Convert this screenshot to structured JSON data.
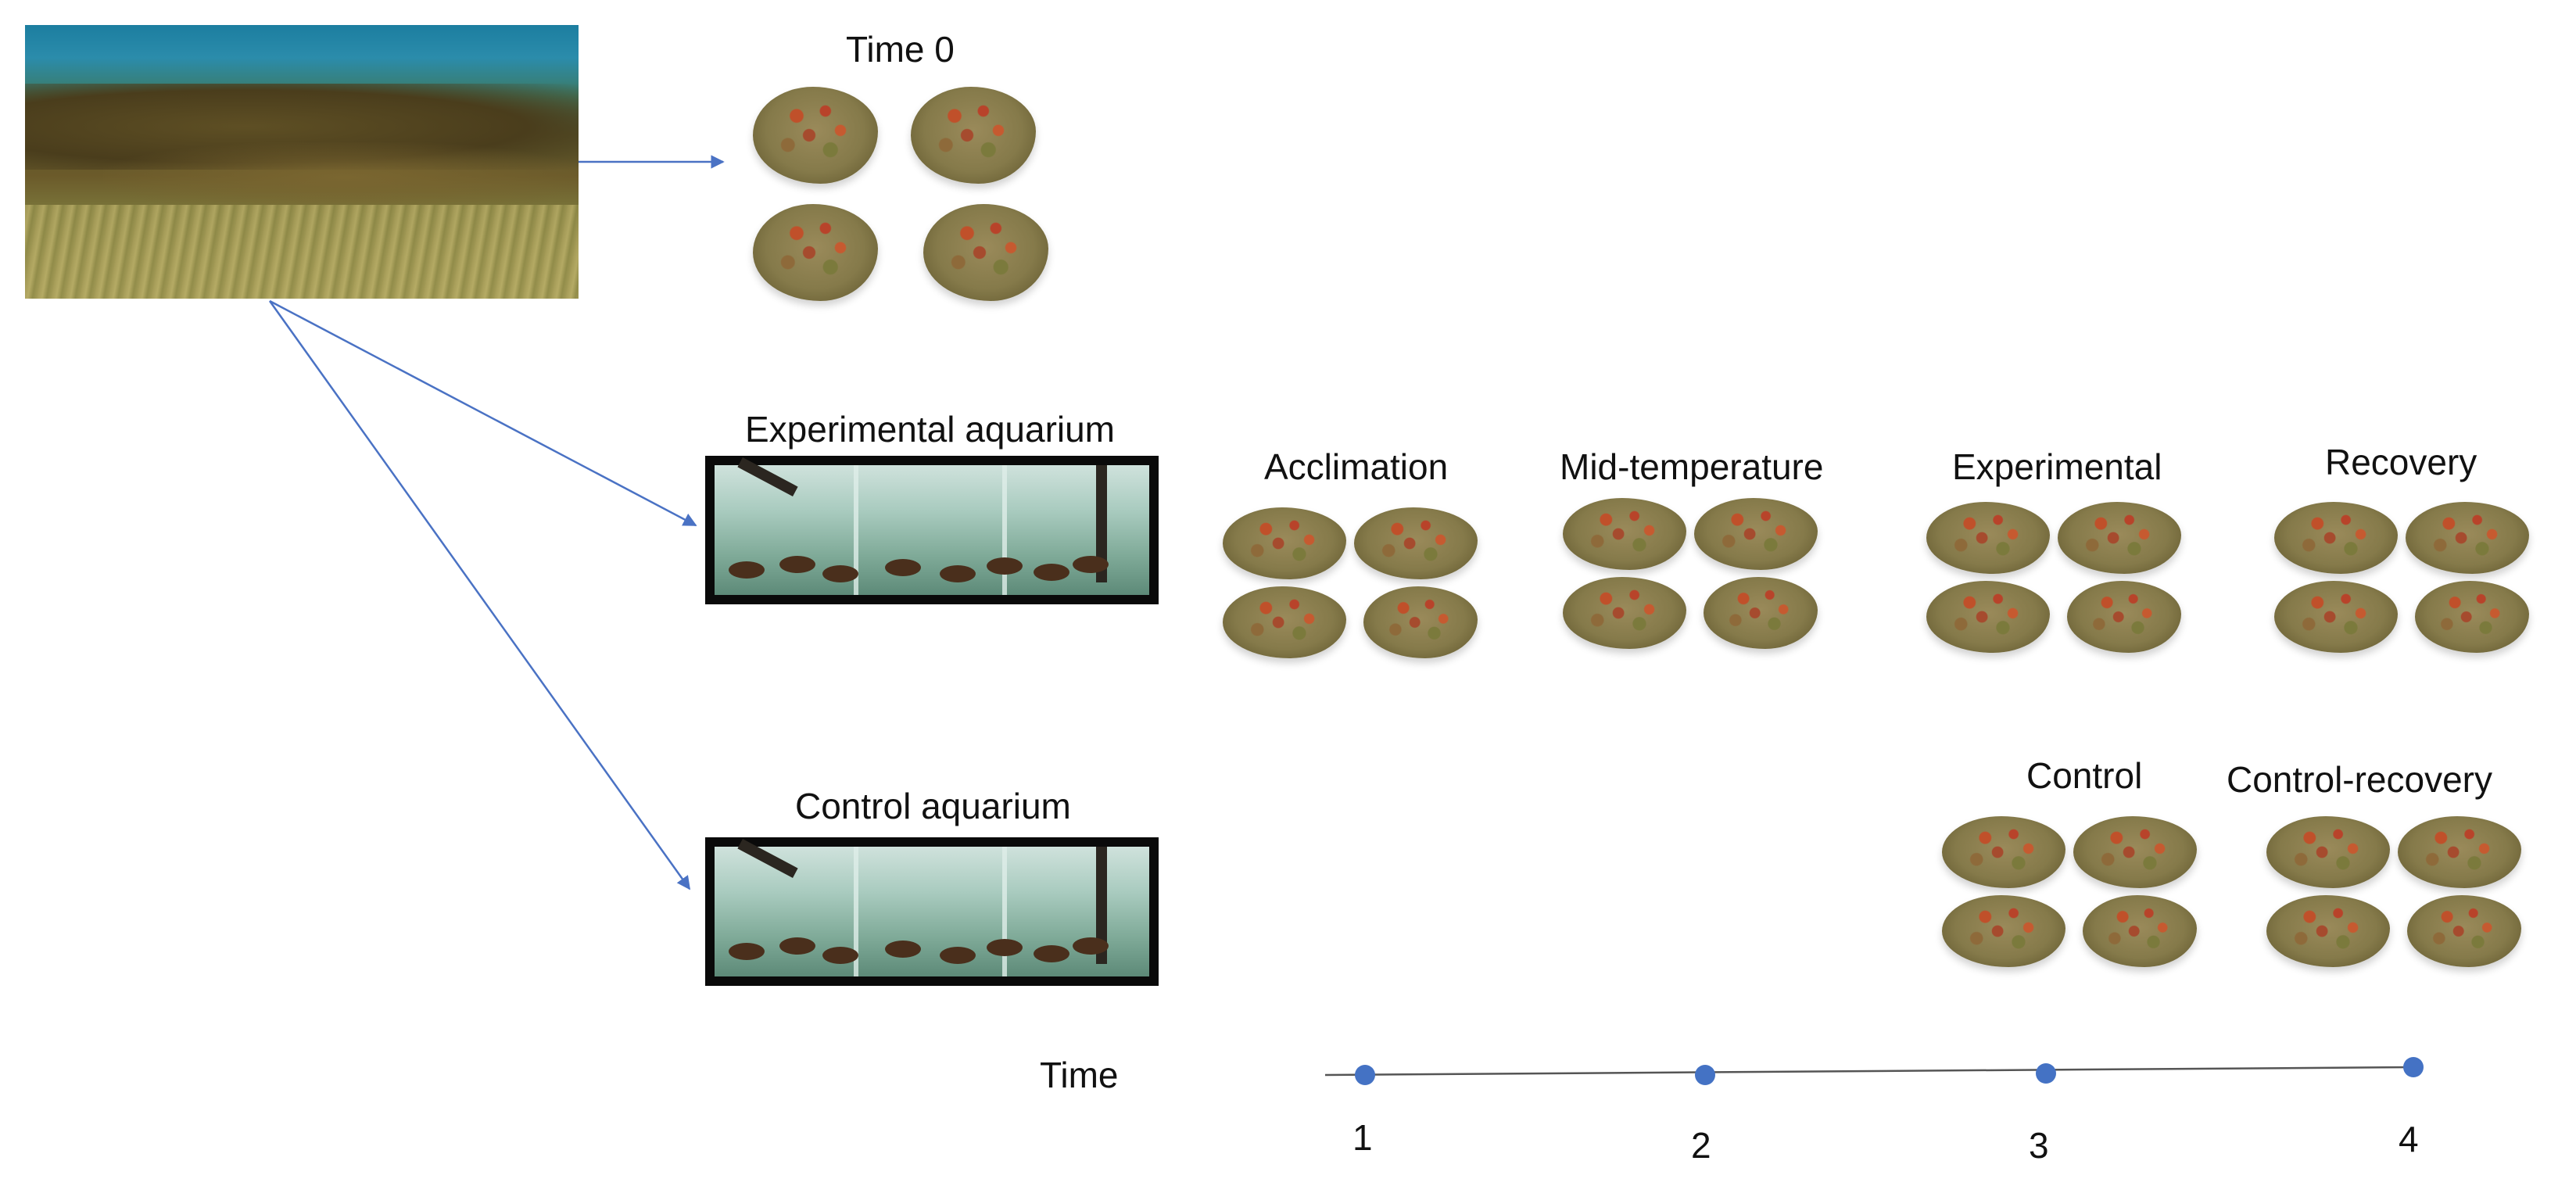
{
  "labels": {
    "time0": "Time 0",
    "experimental_aquarium": "Experimental aquarium",
    "control_aquarium": "Control aquarium",
    "acclimation": "Acclimation",
    "mid_temperature": "Mid-temperature",
    "experimental": "Experimental",
    "recovery": "Recovery",
    "control": "Control",
    "control_recovery": "Control-recovery"
  },
  "timeline": {
    "label": "Time",
    "ticks": [
      "1",
      "2",
      "3",
      "4"
    ],
    "point_color": "#4472c4"
  },
  "colors": {
    "arrow": "#4a72c4",
    "timeline_line": "#555555"
  }
}
